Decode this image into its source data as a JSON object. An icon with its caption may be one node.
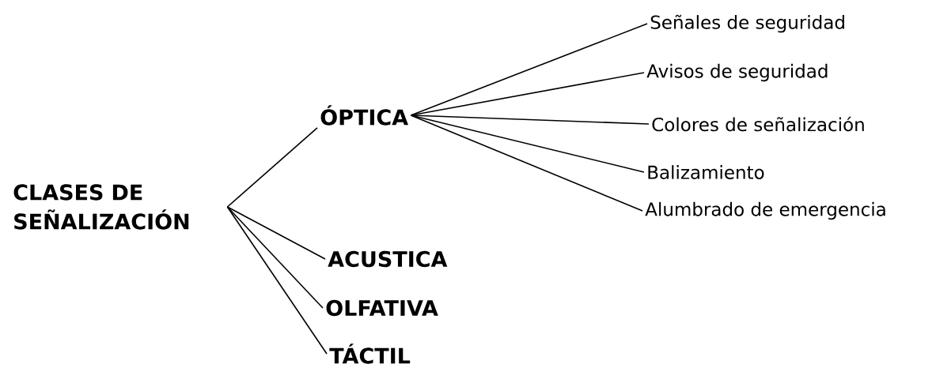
{
  "diagram": {
    "nodes": [
      {
        "text": [
          "CLASES DE SEÑALIZACIÓN"
        ]
      },
      {
        "text": [
          "ÓPTICA"
        ]
      },
      {
        "text": [
          "Señales de seguridad"
        ]
      },
      {
        "text": [
          "Avisos de seguridad"
        ]
      },
      {
        "text": [
          "Colores de señalización"
        ]
      },
      {
        "text": [
          "Balizamiento"
        ]
      },
      {
        "text": [
          "Alumbrado de emergencia"
        ]
      },
      {
        "text": [
          "ACUSTICA"
        ]
      },
      {
        "text": [
          "OLFATIVA"
        ]
      },
      {
        "text": [
          "TÁCTIL"
        ]
      }
    ],
    "edges": [
      {
        "from": 0,
        "to": 1,
        "arrow": "none"
      },
      {
        "from": 1,
        "to": 2,
        "arrow": "none"
      },
      {
        "from": 1,
        "to": 3,
        "arrow": "none"
      },
      {
        "from": 1,
        "to": 4,
        "arrow": "none"
      },
      {
        "from": 1,
        "to": 5,
        "arrow": "none"
      },
      {
        "from": 1,
        "to": 6,
        "arrow": "none"
      },
      {
        "from": 0,
        "to": 7,
        "arrow": "none"
      },
      {
        "from": 0,
        "to": 8,
        "arrow": "none"
      },
      {
        "from": 0,
        "to": 9,
        "arrow": "none"
      }
    ]
  }
}
